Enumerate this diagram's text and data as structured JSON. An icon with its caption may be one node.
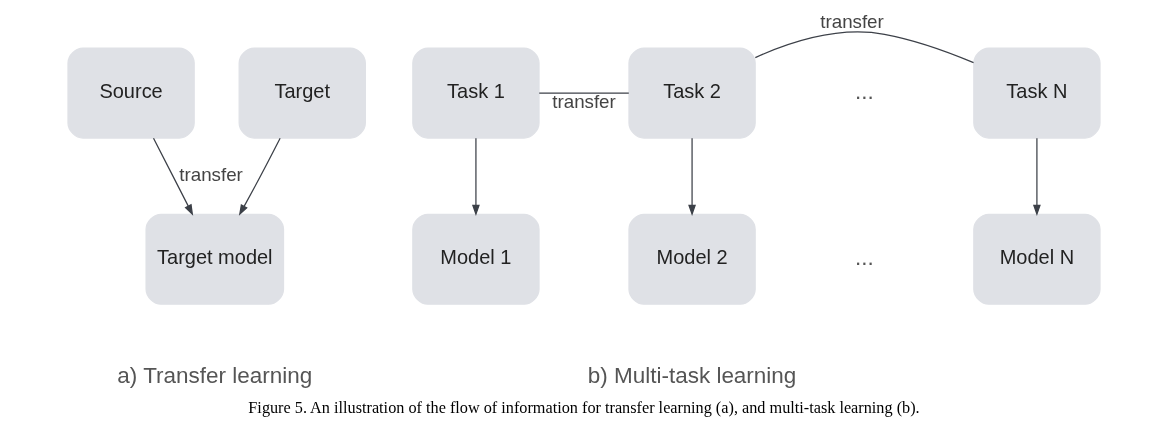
{
  "diagram": {
    "caption": "Figure 5. An illustration of the flow of information for transfer learning (a), and multi-task learning (b).",
    "nodes": [
      {
        "text": [
          "Source"
        ]
      },
      {
        "text": [
          "Target"
        ]
      },
      {
        "text": [
          "Target model"
        ]
      },
      {
        "text": [
          "Task 1"
        ]
      },
      {
        "text": [
          "Task 2"
        ]
      },
      {
        "text": [
          "Task N"
        ]
      },
      {
        "text": [
          "Model 1"
        ]
      },
      {
        "text": [
          "Model 2"
        ]
      },
      {
        "text": [
          "Model N"
        ]
      }
    ],
    "edges": [
      {
        "from": 0,
        "to": 2,
        "label": "transfer",
        "arrow": "to"
      },
      {
        "from": 1,
        "to": 2,
        "arrow": "to"
      },
      {
        "from": 3,
        "to": 6,
        "arrow": "to"
      },
      {
        "from": 4,
        "to": 7,
        "arrow": "to"
      },
      {
        "from": 5,
        "to": 8,
        "arrow": "to"
      },
      {
        "from": 3,
        "to": 4,
        "label": "transfer",
        "arrow": "none"
      },
      {
        "from": 4,
        "to": 5,
        "label": "transfer",
        "arrow": "none"
      }
    ],
    "labels": [
      "...",
      "...",
      "a) Transfer learning",
      "b) Multi-task learning"
    ]
  }
}
